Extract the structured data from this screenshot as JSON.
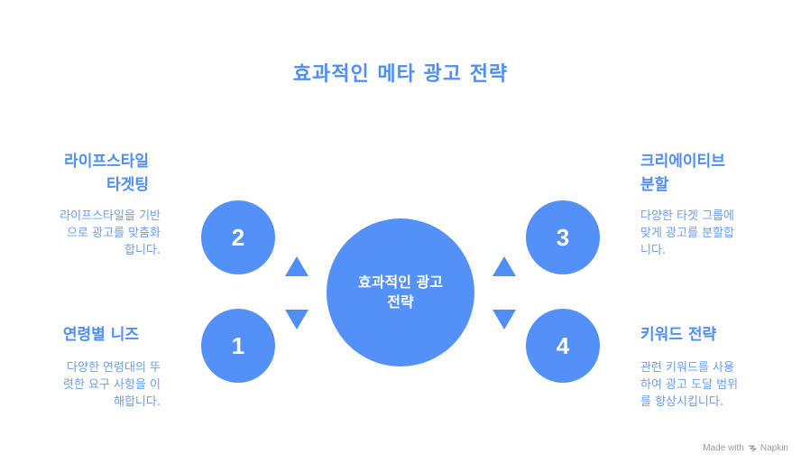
{
  "title": "효과적인 메타 광고 전략",
  "center": {
    "line1": "효과적인 광고",
    "line2": "전략"
  },
  "items": [
    {
      "number": "1",
      "heading_line1": "연령별 니즈",
      "heading_line2": "",
      "desc_line1": "다양한 연령대의 뚜",
      "desc_line2": "렷한 요구 사항을 이",
      "desc_line3": "해합니다."
    },
    {
      "number": "2",
      "heading_line1": "라이프스타일",
      "heading_line2": "타겟팅",
      "desc_line1": "라이프스타일을 기반",
      "desc_line2": "으로 광고를 맞춤화",
      "desc_line3": "합니다."
    },
    {
      "number": "3",
      "heading_line1": "크리에이티브",
      "heading_line2": "분할",
      "desc_line1": "다양한 타겟 그룹에",
      "desc_line2": "맞게 광고를 분할합",
      "desc_line3": "니다."
    },
    {
      "number": "4",
      "heading_line1": "키워드 전략",
      "heading_line2": "",
      "desc_line1": "관련 키워드를 사용",
      "desc_line2": "하여 광고 도달 범위",
      "desc_line3": "를 향상시킵니다."
    }
  ],
  "footer": {
    "made_with": "Made with",
    "brand": "Napkin",
    "logo_icon": "napkin-logo-icon"
  },
  "colors": {
    "primary": "#5390f7",
    "heading": "#4f8ef5",
    "text": "#6a9ef0"
  }
}
